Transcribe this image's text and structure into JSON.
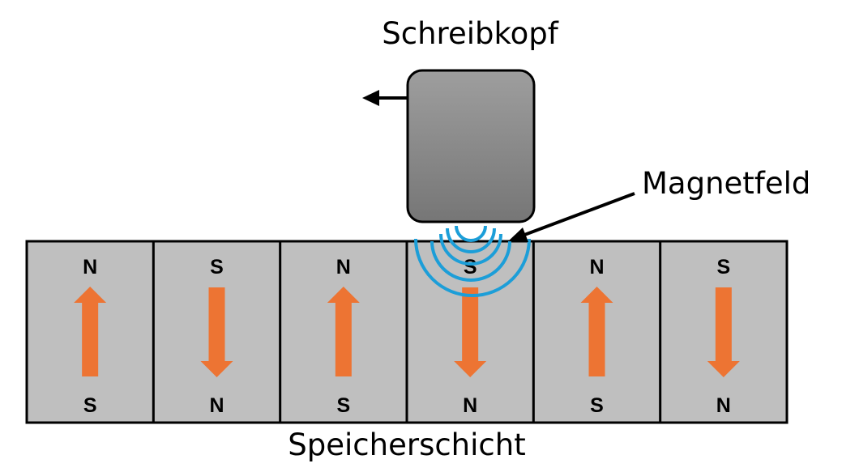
{
  "title_head": "Schreibkopf",
  "label_field": "Magnetfeld",
  "label_layer": "Speicherschicht",
  "colors": {
    "cell_fill": "#bfbfbf",
    "arrow": "#ed7433",
    "field": "#1c9ed8",
    "head_top": "#9e9e9e",
    "head_bottom": "#767676"
  },
  "cells": [
    {
      "top": "N",
      "bottom": "S",
      "direction": "up"
    },
    {
      "top": "S",
      "bottom": "N",
      "direction": "down"
    },
    {
      "top": "N",
      "bottom": "S",
      "direction": "up"
    },
    {
      "top": "S",
      "bottom": "N",
      "direction": "down"
    },
    {
      "top": "N",
      "bottom": "S",
      "direction": "up"
    },
    {
      "top": "S",
      "bottom": "N",
      "direction": "down"
    }
  ],
  "head_motion": "left"
}
